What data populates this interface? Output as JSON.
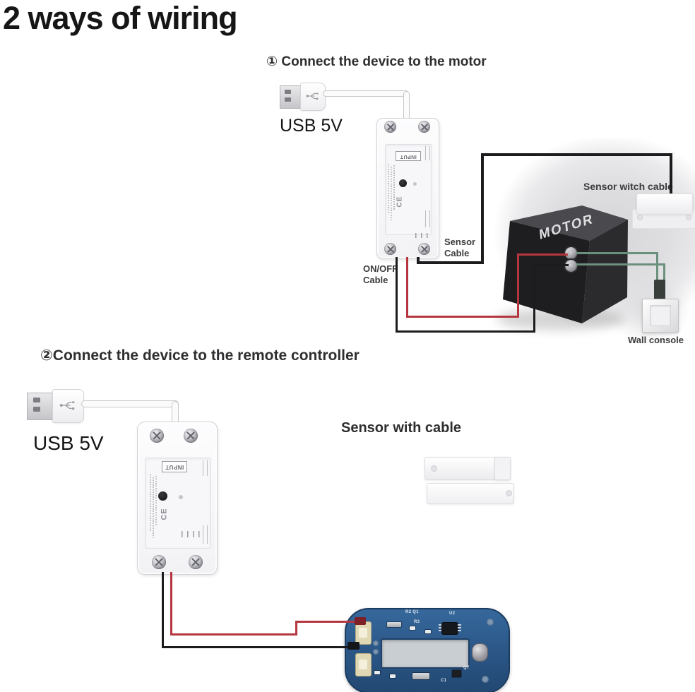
{
  "title": "2 ways of wiring",
  "step1": {
    "heading": "① Connect the device to the motor",
    "usb_label": "USB 5V",
    "device": {
      "input_label": "INPUT",
      "ce_mark": "CE"
    },
    "onoff_cable_label": {
      "line1": "ON/OFF",
      "line2": "Cable"
    },
    "sensor_cable_label": {
      "line1": "Sensor",
      "line2": "Cable"
    },
    "motor_label": "MOTOR",
    "sensor_witch_cable_label": "Sensor witch cable",
    "wall_console_label": "Wall console"
  },
  "step2": {
    "heading": "②Connect the device to the remote controller",
    "usb_label": "USB 5V",
    "device": {
      "input_label": "INPUT",
      "ce_mark": "CE"
    },
    "sensor_with_cable_label": "Sensor with cable",
    "pcb": {
      "labels": [
        "R2 Q1",
        "U2",
        "R3",
        "C1",
        "Q7"
      ]
    }
  },
  "colors": {
    "wire_red": "#b5363f",
    "wire_black": "#1c1c1e",
    "wire_green": "#6b907e",
    "pcb_blue": "#2f6195",
    "motor_black": "#222225",
    "background": "#ffffff"
  }
}
